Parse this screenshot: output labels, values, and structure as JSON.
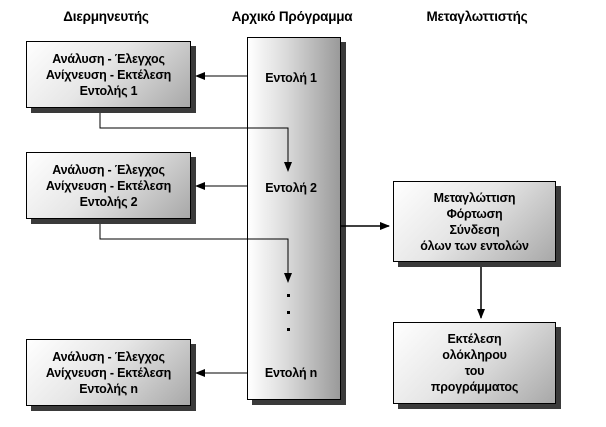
{
  "titles": {
    "interpreter": "Διερμηνευτής",
    "source_program": "Αρχικό Πρόγραμμα",
    "compiler": "Μεταγλωττιστής"
  },
  "interpreter_boxes": [
    {
      "line1": "Ανάλυση - Έλεγχος",
      "line2": "Ανίχνευση - Εκτέλεση",
      "line3": "Εντολής 1"
    },
    {
      "line1": "Ανάλυση - Έλεγχος",
      "line2": "Ανίχνευση - Εκτέλεση",
      "line3": "Εντολής 2"
    },
    {
      "line1": "Ανάλυση - Έλεγχος",
      "line2": "Ανίχνευση - Εκτέλεση",
      "line3": "Εντολής n"
    }
  ],
  "commands": [
    "Εντολή 1",
    "Εντολή 2",
    "Εντολή n"
  ],
  "compiler_boxes": [
    {
      "lines": [
        "Μεταγλώττιση",
        "Φόρτωση",
        "Σύνδεση",
        "όλων των εντολών"
      ]
    },
    {
      "lines": [
        "Εκτέλεση",
        "ολόκληρου",
        "του",
        "προγράμματος"
      ]
    }
  ]
}
